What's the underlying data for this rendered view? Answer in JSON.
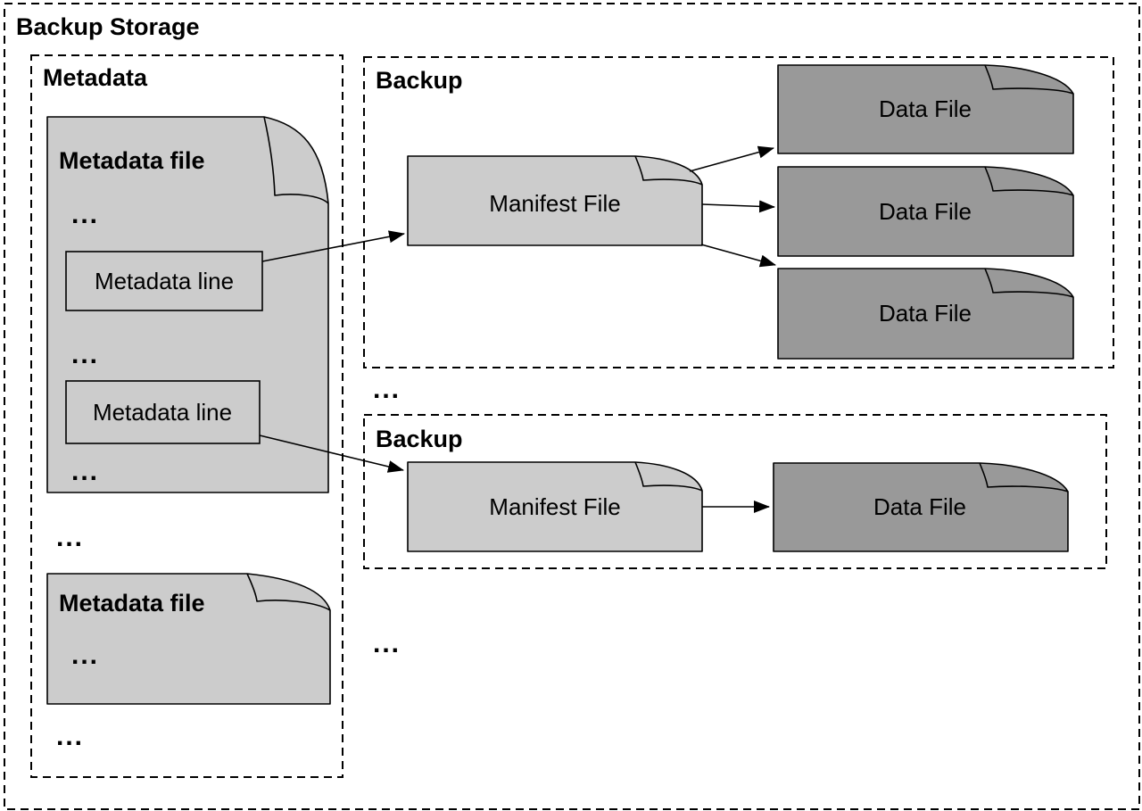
{
  "diagram": {
    "title": "Backup Storage",
    "colors": {
      "file_light": "#cccccc",
      "file_dark": "#999999",
      "stroke": "#000000",
      "background": "#ffffff"
    },
    "metadata_section": {
      "label": "Metadata",
      "file1": {
        "title": "Metadata file",
        "ellipsis_top": "...",
        "line1": "Metadata line",
        "ellipsis_mid": "...",
        "line2": "Metadata line",
        "ellipsis_bottom": "..."
      },
      "ellipsis_between_files": "...",
      "file2": {
        "title": "Metadata file",
        "ellipsis": "..."
      },
      "ellipsis_after_files": "..."
    },
    "backup1": {
      "label": "Backup",
      "manifest_label": "Manifest File",
      "data_files": [
        "Data File",
        "Data File",
        "Data File"
      ]
    },
    "ellipsis_between_backups": "...",
    "backup2": {
      "label": "Backup",
      "manifest_label": "Manifest File",
      "data_files": [
        "Data File"
      ]
    },
    "ellipsis_after_backups": "..."
  }
}
